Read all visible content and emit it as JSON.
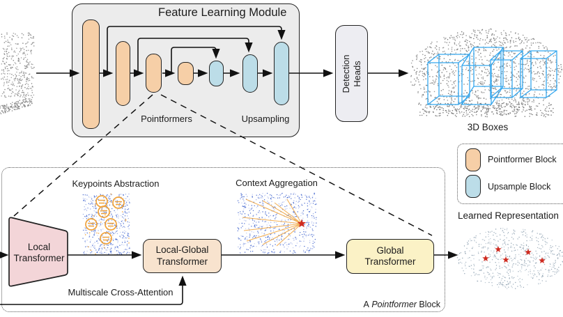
{
  "colors": {
    "pointformer_block": "#f6cfa7",
    "upsample_block": "#bcdde8",
    "module_bg": "#ececec",
    "detection_heads_bg": "#ededf2",
    "local_transformer_bg": "#f3d5d8",
    "local_global_bg": "#f8e3ce",
    "global_bg": "#fbf2c6",
    "box3d_stroke": "#35a7ee",
    "keypoint_orange": "#f0a23a",
    "star_red": "#cf2b20",
    "cloud_gray": "#8d8d8d",
    "cloud_blue": "#4a6cd0",
    "cloud_blue_light": "#9daee6",
    "cloud_learned": "#a3b2bf",
    "line": "#1a1a1a"
  },
  "feature_module": {
    "title": "Feature Learning Module",
    "pointformers_label": "Pointformers",
    "upsampling_label": "Upsampling"
  },
  "detection": {
    "heads_label": "Detection\nHeads",
    "boxes_label": "3D Boxes"
  },
  "legend": {
    "pointformer_label": "Pointformer Block",
    "upsample_label": "Upsample Block",
    "learned_label": "Learned Representation"
  },
  "pointformer_block": {
    "keypoints_label": "Keypoints Abstraction",
    "context_label": "Context Aggregation",
    "local_transformer": "Local\nTransformer",
    "local_global_transformer": "Local-Global\nTransformer",
    "global_transformer": "Global\nTransformer",
    "multiscale_label": "Multiscale Cross-Attention",
    "caption_prefix": "A ",
    "caption_italic": "Pointformer",
    "caption_suffix": " Block"
  }
}
